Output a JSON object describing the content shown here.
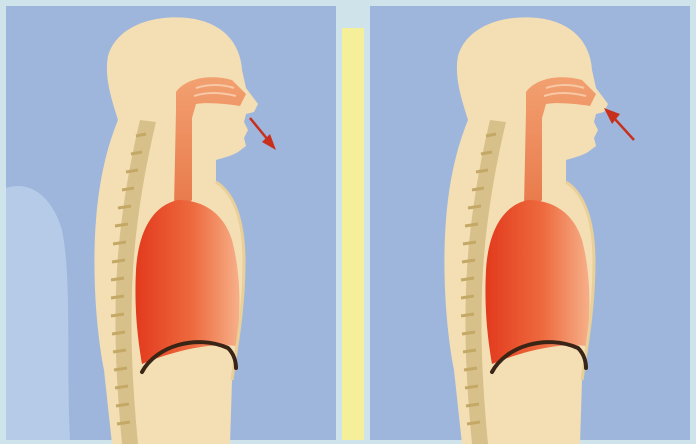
{
  "panels": [
    {
      "id": "exhale",
      "arrow_direction": "outward"
    },
    {
      "id": "inhale",
      "arrow_direction": "inward"
    }
  ],
  "colors": {
    "frame": "#cfe4ea",
    "panel_bg": "#9fb6dc",
    "divider": "#f6ef9a",
    "skin": "#f4dfb4",
    "spine": "#d8c08a",
    "lung_light": "#f4a777",
    "lung_dark": "#e23a1d",
    "airway": "#ec8a58",
    "diaphragm": "#3a2416",
    "arrow": "#c8301e",
    "shadow": "#b5cbe8"
  }
}
